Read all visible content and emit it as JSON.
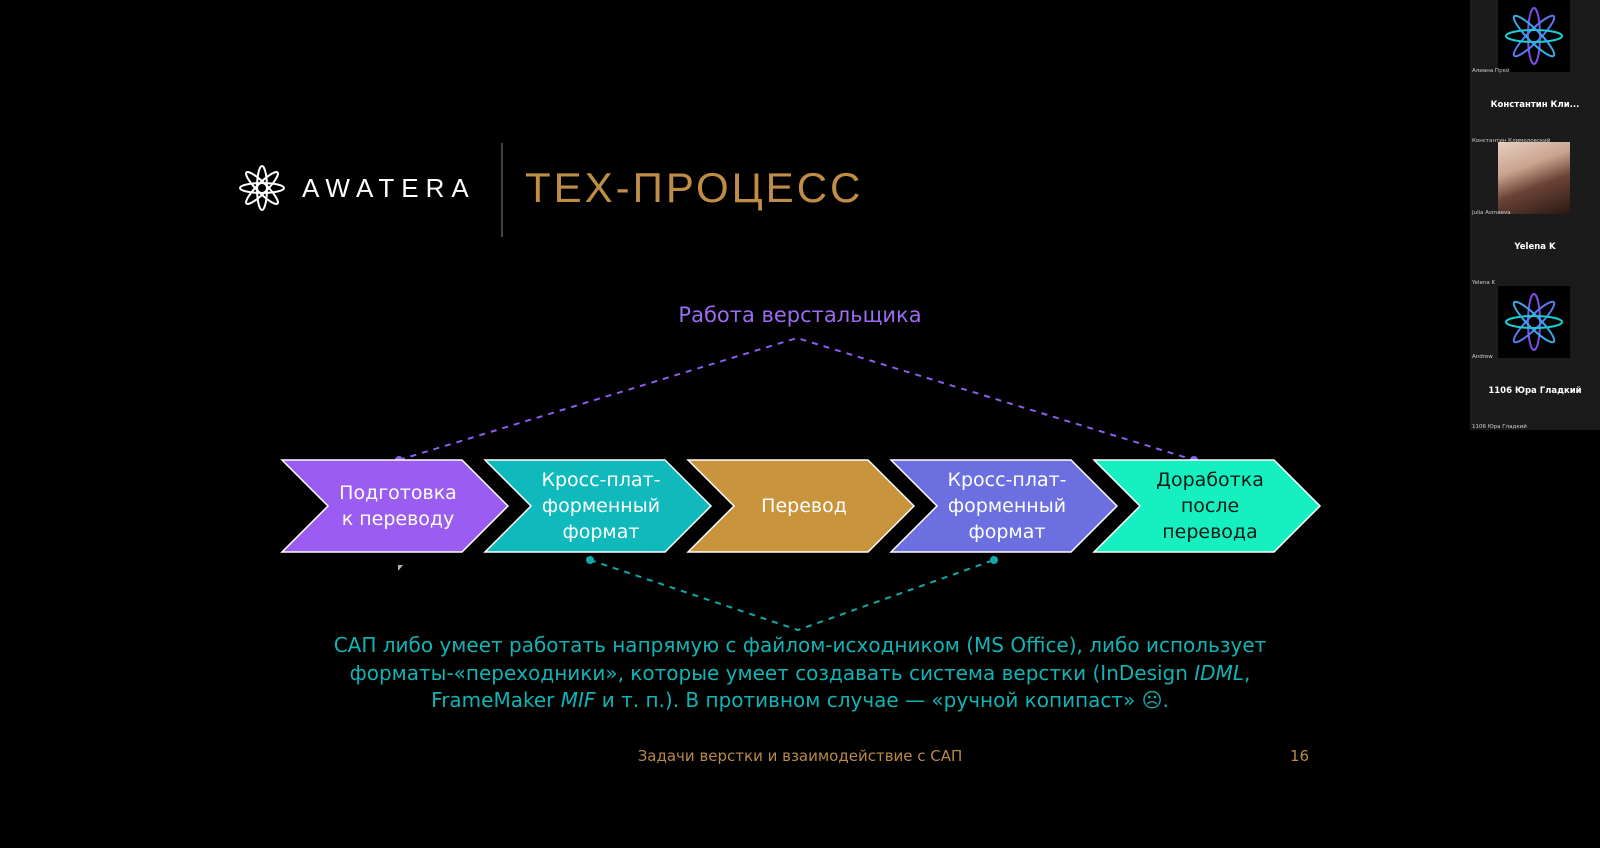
{
  "slide": {
    "logo_word": "AWATERA",
    "title": "ТЕХ-ПРОЦЕСС",
    "upper_label": "Работа верстальщика",
    "steps": [
      {
        "label": "Подготовка\nк переводу",
        "color": "#9b5cf2"
      },
      {
        "label": "Кросс-плат-\nформенный\nформат",
        "color": "#10b9bc"
      },
      {
        "label": "Перевод",
        "color": "#c9943b"
      },
      {
        "label": "Кросс-плат-\nформенный\nформат",
        "color": "#6b6fe0"
      },
      {
        "label": "Доработка\nпосле\nперевода",
        "color": "#16f0c0"
      }
    ],
    "note_line1": "САП либо умеет работать напрямую с файлом-исходником (MS Office), либо использует",
    "note_line2a": "форматы-«переходники», которые умеет создавать система верстки (InDesign ",
    "note_line2b": "IDML",
    "note_line2c": ",",
    "note_line3a": "FrameMaker ",
    "note_line3b": "MIF",
    "note_line3c": " и т. п.). В противном случае — «ручной копипаст» ☹.",
    "footer": "Задачи верстки и взаимодействие с САП",
    "page_number": "16",
    "colors": {
      "title": "#c08d47",
      "upper": "#9b6bf2",
      "lower": "#12b3b5"
    }
  },
  "participants": [
    {
      "kind": "logo",
      "small": "Алиана Прей"
    },
    {
      "kind": "name",
      "name": "Константин  Кли...",
      "small": "Константин Климоловский"
    },
    {
      "kind": "photo",
      "small": "Julia Asmaeva"
    },
    {
      "kind": "name",
      "name": "Yelena K",
      "small": "Yelena K"
    },
    {
      "kind": "logo",
      "small": "Andrew"
    },
    {
      "kind": "name",
      "name": "1106 Юра Гладкий",
      "small": "1106 Юра Гладкий"
    }
  ]
}
